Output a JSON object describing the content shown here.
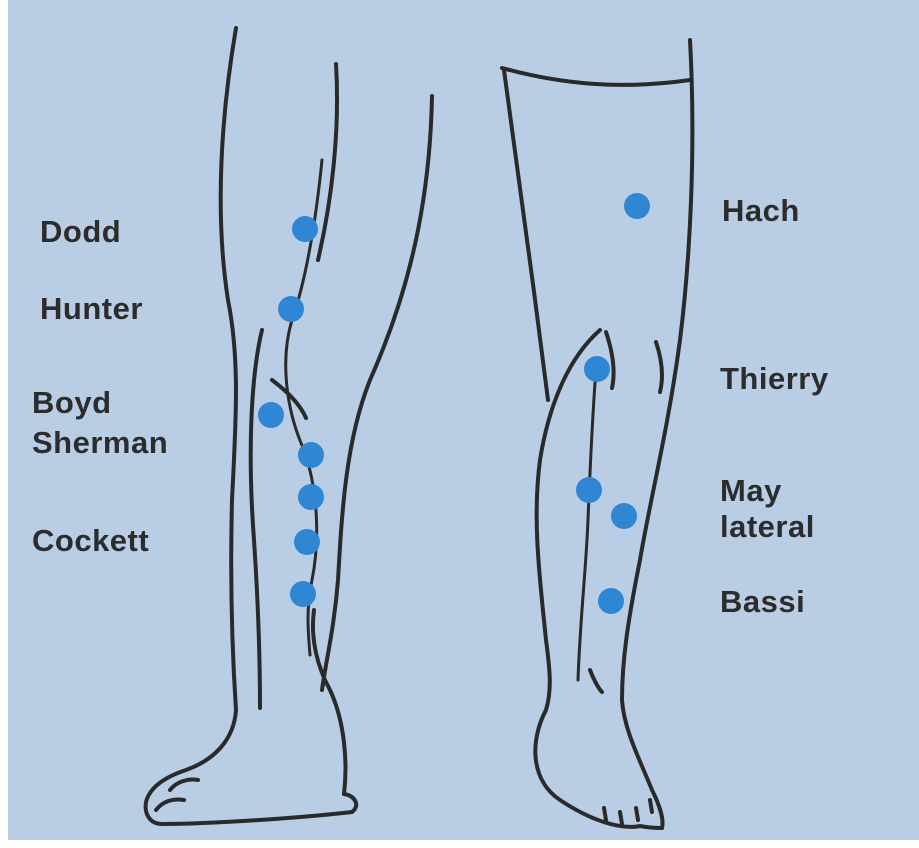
{
  "colors": {
    "background": "#b9cee4",
    "outline": "#2a2a2a",
    "marker": "#2f86d3",
    "label": "#2c2c2c"
  },
  "left_leg": {
    "labels": {
      "dodd": "Dodd",
      "hunter": "Hunter",
      "boyd": "Boyd",
      "sherman": "Sherman",
      "cockett": "Cockett"
    }
  },
  "right_leg": {
    "labels": {
      "hach": "Hach",
      "thierry": "Thierry",
      "may": "May",
      "lateral": "lateral",
      "bassi": "Bassi"
    }
  }
}
